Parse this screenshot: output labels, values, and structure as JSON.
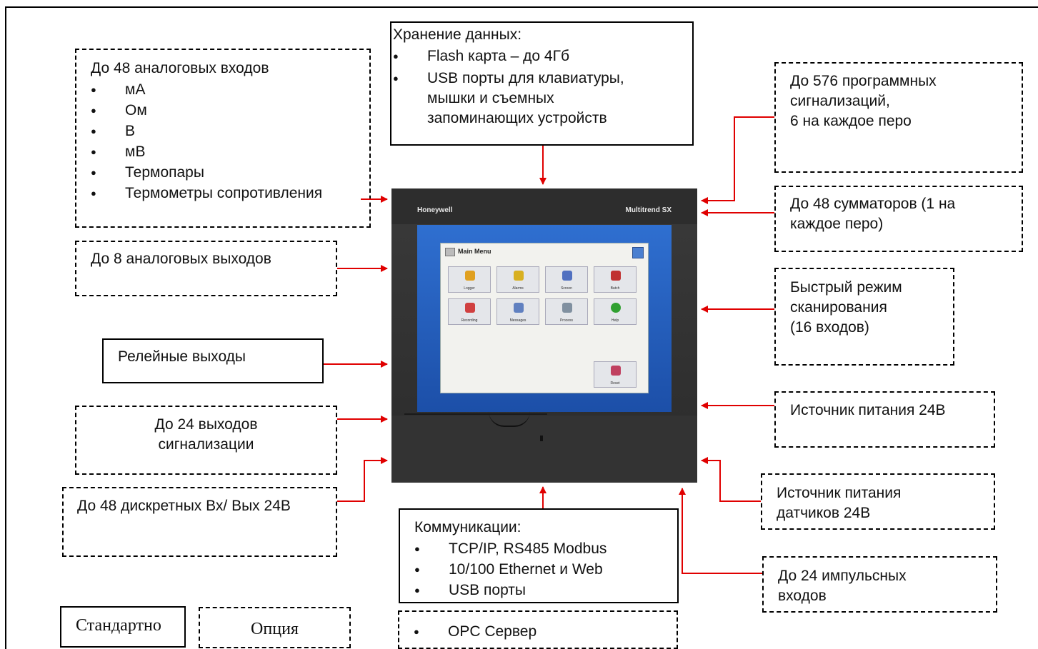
{
  "storage": {
    "title": "Хранение данных:",
    "items": [
      "Flash карта – до 4Гб",
      "USB порты для клавиатуры,\nмышки и съемных\nзапоминающих устройств"
    ]
  },
  "analog_inputs": {
    "title": "До 48 аналоговых входов",
    "items": [
      "мА",
      "Ом",
      "В",
      "мВ",
      "Термопары",
      "Термометры сопротивления"
    ]
  },
  "analog_outputs": "До 8 аналоговых выходов",
  "relay_outputs": "Релейные выходы",
  "alarm_outputs": "До 24 выходов\nсигнализации",
  "discrete_io": "До 48 дискретных Вх/ Вых 24В",
  "program_alarms": "До 576 программных\nсигнализаций,\n6 на каждое перо",
  "totalizers": "До 48 сумматоров (1 на\nкаждое перо)",
  "fast_scan": "Быстрый режим\nсканирования\n(16 входов)",
  "power_supply": "Источник питания 24В",
  "sensor_power": "Источник питания\nдатчиков 24В",
  "pulse_inputs": "До 24 импульсных\nвходов",
  "communications": {
    "title": "Коммуникации:",
    "items": [
      "TCP/IP, RS485 Modbus",
      "10/100 Ethernet и Web",
      "USB порты"
    ]
  },
  "opc": {
    "items": [
      "OPC Сервер"
    ]
  },
  "legend": {
    "standard": "Стандартно",
    "option": "Опция"
  },
  "device": {
    "brand_left": "Honeywell",
    "brand_right": "Multitrend SX",
    "menu_title": "Main Menu",
    "tiles": [
      {
        "label": "Logger",
        "color": "#e0a020"
      },
      {
        "label": "Alarms",
        "color": "#d8b020"
      },
      {
        "label": "Screen",
        "color": "#5070c0"
      },
      {
        "label": "Batch",
        "color": "#c03030"
      },
      {
        "label": "Recording",
        "color": "#d04040"
      },
      {
        "label": "Messages",
        "color": "#6080c0"
      },
      {
        "label": "Process",
        "color": "#8090a0"
      },
      {
        "label": "Help",
        "color": "#30a030"
      },
      {
        "label": "Reset",
        "color": "#c04060"
      }
    ]
  },
  "colors": {
    "arrow": "#e00000",
    "screen": "#2a62c4"
  }
}
